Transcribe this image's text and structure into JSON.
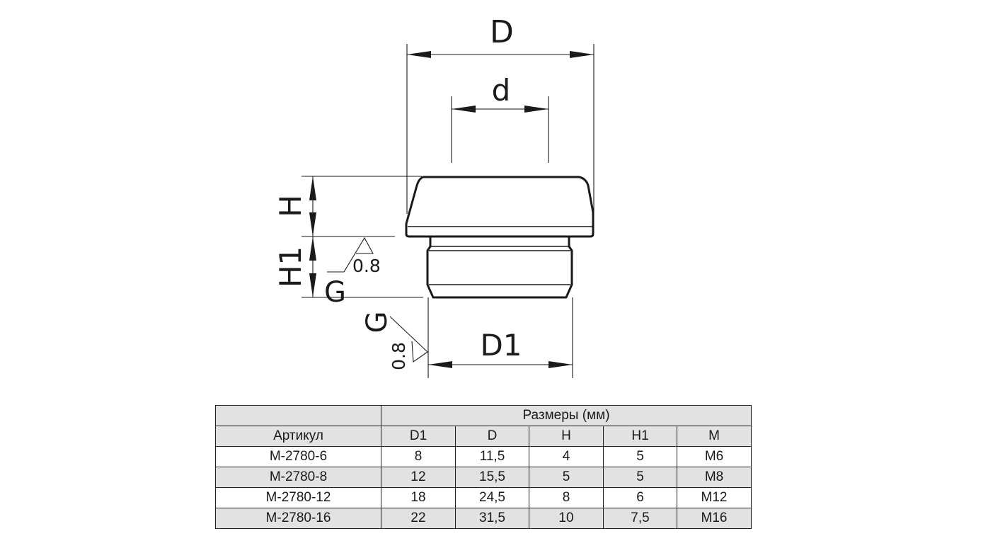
{
  "drawing": {
    "labels": {
      "D": "D",
      "d": "d",
      "H": "H",
      "H1": "H1",
      "G_side": "G",
      "G_bottom": "G",
      "D1": "D1",
      "roughness_side": "0.8",
      "roughness_bottom": "0.8"
    }
  },
  "table": {
    "group_header": "Размеры (мм)",
    "columns": [
      "Артикул",
      "D1",
      "D",
      "H",
      "H1",
      "M"
    ],
    "rows": [
      [
        "M-2780-6",
        "8",
        "11,5",
        "4",
        "5",
        "M6"
      ],
      [
        "M-2780-8",
        "12",
        "15,5",
        "5",
        "5",
        "M8"
      ],
      [
        "M-2780-12",
        "18",
        "24,5",
        "8",
        "6",
        "M12"
      ],
      [
        "M-2780-16",
        "22",
        "31,5",
        "10",
        "7,5",
        "M16"
      ]
    ]
  }
}
